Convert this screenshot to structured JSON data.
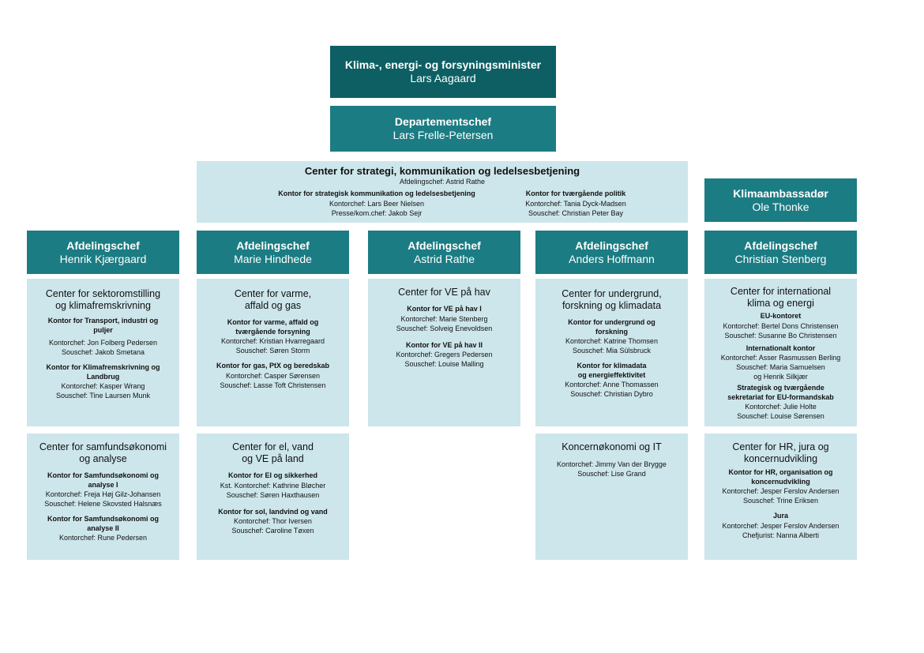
{
  "minister": {
    "title": "Klima-, energi- og forsyningsminister",
    "name": "Lars Aagaard"
  },
  "department_head": {
    "title": "Departementschef",
    "name": "Lars Frelle-Petersen"
  },
  "strategy_center": {
    "title": "Center for strategi, kommunikation og ledelsesbetjening",
    "head": "Afdelingschef: Astrid Rathe",
    "offices": [
      {
        "name": "Kontor for strategisk kommunikation og ledelsesbetjening",
        "lines": [
          "Kontorchef: Lars Beer Nielsen",
          "Presse/kom.chef: Jakob Sejr"
        ]
      },
      {
        "name": "Kontor for tværgående politik",
        "lines": [
          "Kontorchef: Tania Dyck-Madsen",
          "Souschef: Christian Peter Bay"
        ]
      }
    ]
  },
  "climate_ambassador": {
    "title": "Klimaambassadør",
    "name": "Ole Thonke"
  },
  "columns": [
    {
      "head": {
        "title": "Afdelingschef",
        "name": "Henrik Kjærgaard"
      },
      "centers": [
        {
          "title": "Center for sektoromstilling\nog klimafremskrivning",
          "offices": [
            {
              "name": "Kontor for Transport, industri og\npuljer",
              "lines": [
                "Kontorchef: Jon Folberg Pedersen",
                "Souschef: Jakob Smetana"
              ]
            },
            {
              "name": "Kontor for Klimafremskrivning og\nLandbrug",
              "lines": [
                "Kontorchef: Kasper Wrang",
                "Souschef: Tine Laursen Munk"
              ]
            }
          ]
        },
        {
          "title": "Center for samfundsøkonomi\nog analyse",
          "offices": [
            {
              "name": "Kontor for Samfundsøkonomi og\nanalyse I",
              "lines": [
                "Kontorchef: Freja Høj Gilz-Johansen",
                "Souschef: Helene Skovsted Halsnæs"
              ]
            },
            {
              "name": "Kontor for Samfundsøkonomi og\nanalyse II",
              "lines": [
                "Kontorchef: Rune Pedersen"
              ]
            }
          ]
        }
      ]
    },
    {
      "head": {
        "title": "Afdelingschef",
        "name": "Marie Hindhede"
      },
      "centers": [
        {
          "title": "Center for varme,\naffald og gas",
          "offices": [
            {
              "name": "Kontor for varme, affald og\ntværgående forsyning",
              "lines": [
                "Kontorchef: Kristian Hvarregaard",
                "Souschef: Søren Storm"
              ]
            },
            {
              "name": "Kontor for gas, PtX og beredskab",
              "lines": [
                "Kontorchef: Casper Sørensen",
                "Souschef: Lasse Toft Christensen"
              ]
            }
          ]
        },
        {
          "title": "Center for el, vand\nog VE på land",
          "offices": [
            {
              "name": "Kontor for El og sikkerhed",
              "lines": [
                "Kst. Kontorchef: Kathrine Bløcher",
                "Souschef: Søren Haxthausen"
              ]
            },
            {
              "name": "Kontor for sol, landvind og vand",
              "lines": [
                "Kontorchef: Thor Iversen",
                "Souschef: Caroline Tøxen"
              ]
            }
          ]
        }
      ]
    },
    {
      "head": {
        "title": "Afdelingschef",
        "name": "Astrid Rathe"
      },
      "centers": [
        {
          "title": "Center for VE på hav",
          "offices": [
            {
              "name": "Kontor for VE på hav I",
              "lines": [
                "Kontorchef: Marie Stenberg",
                "Souschef: Solveig Enevoldsen"
              ]
            },
            {
              "name": "Kontor for VE på hav II",
              "lines": [
                "Kontorchef: Gregers Pedersen",
                "Souschef: Louise Malling"
              ]
            }
          ]
        }
      ]
    },
    {
      "head": {
        "title": "Afdelingschef",
        "name": "Anders Hoffmann"
      },
      "centers": [
        {
          "title": "Center for undergrund,\nforskning og klimadata",
          "offices": [
            {
              "name": "Kontor for undergrund og\nforskning",
              "lines": [
                "Kontorchef: Katrine Thomsen",
                "Souschef: Mia Sülsbruck"
              ]
            },
            {
              "name": "Kontor for klimadata\nog energieffektivitet",
              "lines": [
                "Kontorchef: Anne Thomassen",
                "Souschef: Christian Dybro"
              ]
            }
          ]
        },
        {
          "title": "Koncernøkonomi og IT",
          "offices": [
            {
              "name": "",
              "lines": [
                "Kontorchef: Jimmy Van der Brygge",
                "Souschef: Lise Grand"
              ]
            }
          ]
        }
      ]
    },
    {
      "head": {
        "title": "Afdelingschef",
        "name": "Christian Stenberg"
      },
      "centers": [
        {
          "title": "Center for international\nklima og energi",
          "offices": [
            {
              "name": "EU-kontoret",
              "lines": [
                "Kontorchef: Bertel Dons Christensen",
                "Souschef: Susanne Bo Christensen"
              ]
            },
            {
              "name": "Internationalt kontor",
              "lines": [
                "Kontorchef: Asser Rasmussen Berling",
                "Souschef: Maria Samuelsen",
                "og Henrik Silkjær"
              ]
            },
            {
              "name": "Strategisk og tværgående\nsekretariat for EU-formandskab",
              "lines": [
                "Kontorchef: Julie Holte",
                "Souschef: Louise Sørensen"
              ]
            }
          ]
        },
        {
          "title": "Center for HR, jura og\nkoncernudvikling",
          "offices": [
            {
              "name": "Kontor for HR, organisation og\nkoncernudvikling",
              "lines": [
                "Kontorchef: Jesper Ferslov Andersen",
                "Souschef: Trine Eriksen"
              ]
            },
            {
              "name": "Jura",
              "lines": [
                "Kontorchef: Jesper Ferslov Andersen",
                "Chefjurist: Nanna Alberti"
              ]
            }
          ]
        }
      ]
    }
  ]
}
